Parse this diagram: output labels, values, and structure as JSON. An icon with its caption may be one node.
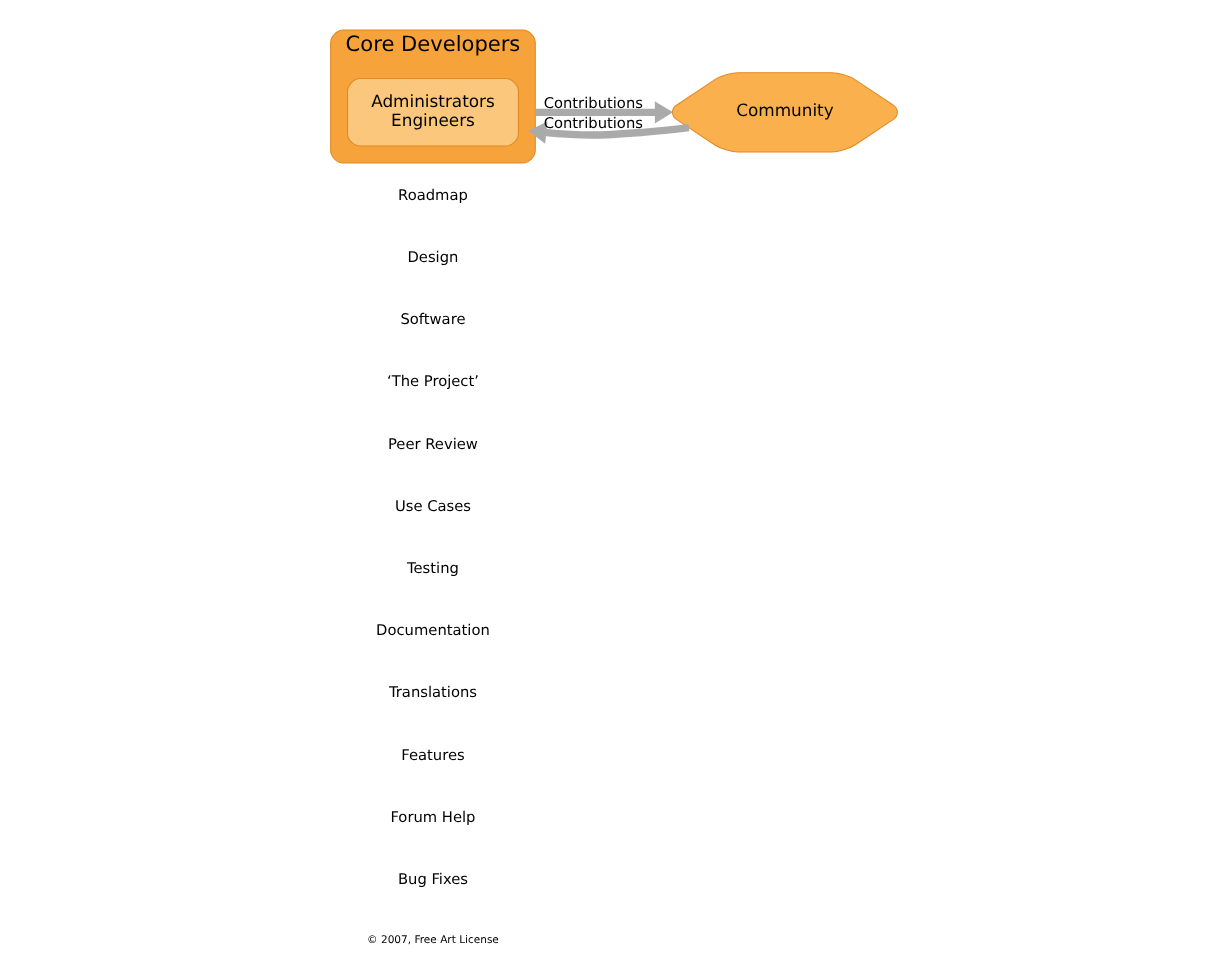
{
  "diagram": {
    "nodes": [
      {
        "text": [
          "Core Developers"
        ]
      },
      {
        "text": [
          "Administrators",
          "Engineers"
        ],
        "in": 0
      },
      {
        "text": [
          "Community"
        ]
      }
    ],
    "edges": [
      {
        "from": 0,
        "to": 2,
        "arrow": "to",
        "label": "Contributions"
      },
      {
        "from": 2,
        "to": 0,
        "arrow": "to",
        "label": "Contributions"
      }
    ],
    "labels": [
      "Roadmap",
      "Design",
      "Software",
      "‘The Project’",
      "Peer Review",
      "Use Cases",
      "Testing",
      "Documentation",
      "Translations",
      "Features",
      "Forum Help",
      "Bug Fixes",
      "© 2007, Free Art License"
    ]
  }
}
